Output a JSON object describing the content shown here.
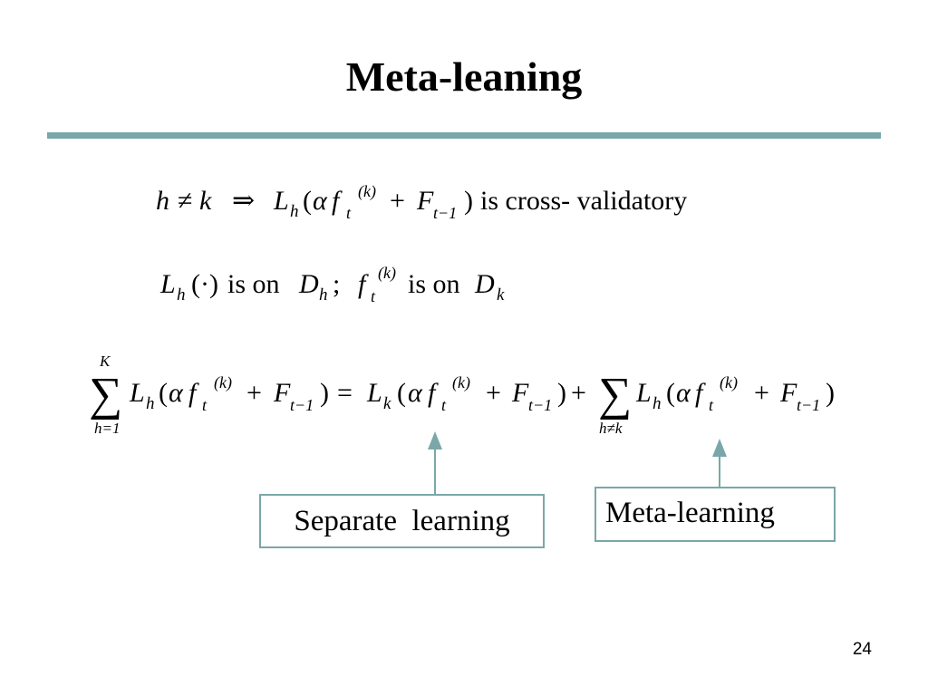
{
  "slide": {
    "title": "Meta-leaning",
    "rule_color": "#7aa7a9",
    "page_number": "24"
  },
  "line1": {
    "h": "h",
    "neq": "≠",
    "k": "k",
    "implies": "⇒",
    "L": "L",
    "L_sub": "h",
    "open": "(",
    "alpha": "α",
    "f": "f",
    "f_sup": "(k)",
    "f_sub": "t",
    "plus": "+",
    "F": "F",
    "F_sub": "t−1",
    "close": ")",
    "text": "is cross- validatory"
  },
  "line2": {
    "L": "L",
    "L_sub": "h",
    "dot": "(·)",
    "text1": "is on",
    "D1": "D",
    "D1_sub": "h",
    "semicolon": ";",
    "f": "f",
    "f_sup": "(k)",
    "f_sub": "t",
    "text2": "is on",
    "D2": "D",
    "D2_sub": "k"
  },
  "equation": {
    "sum_top": "K",
    "sum_bottom_left": "h=1",
    "sum_bottom_right": "h≠k",
    "sigma": "∑",
    "L": "L",
    "h": "h",
    "k": "k",
    "open": "(",
    "alpha": "α",
    "f": "f",
    "sup": "(k)",
    "t": "t",
    "plus": "+",
    "F": "F",
    "tminus": "t−1",
    "close": ")",
    "eq": "="
  },
  "annotations": {
    "separate": "Separate  learning",
    "meta": "Meta-learning",
    "arrow_color": "#7aa7a9"
  }
}
